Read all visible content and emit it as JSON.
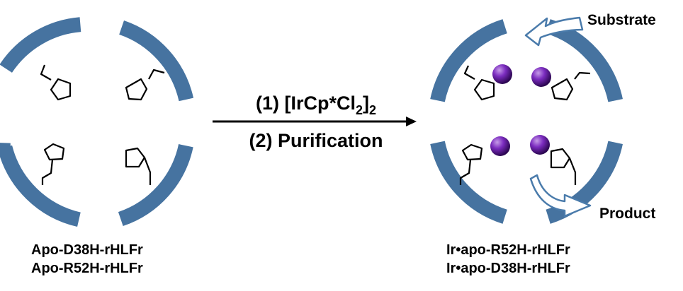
{
  "reaction": {
    "step1_prefix": "(1) [IrCp*Cl",
    "step1_sub_a": "2",
    "step1_close": "]",
    "step1_sub_b": "2",
    "step2": "(2) Purification"
  },
  "reactants": {
    "line1": "Apo-D38H-rHLFr",
    "line2": "Apo-R52H-rHLFr"
  },
  "products": {
    "line1": "Ir•apo-R52H-rHLFr",
    "line2": "Ir•apo-D38H-rHLFr"
  },
  "labels": {
    "substrate": "Substrate",
    "product": "Product"
  },
  "colors": {
    "shell": "#4673A0",
    "arrow_outline": "#4a7bab",
    "iridium": "#6a1fa8",
    "ligand": "#000000"
  }
}
